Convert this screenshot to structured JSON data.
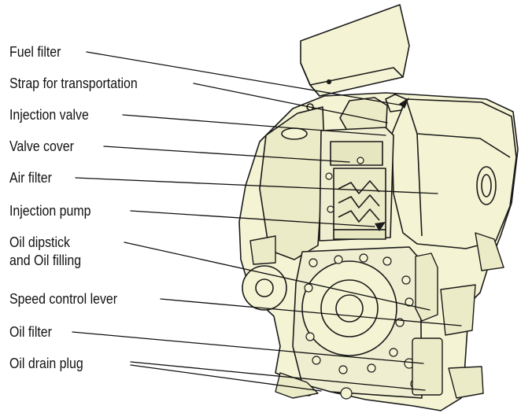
{
  "labels": {
    "fuel_filter": "Fuel filter",
    "strap": "Strap for transportation",
    "injection_valve": "Injection valve",
    "valve_cover": "Valve cover",
    "air_filter": "Air filter",
    "injection_pump": "Injection pump",
    "oil_dipstick_line1": "Oil dipstick",
    "oil_dipstick_line2": "and Oil filling",
    "speed_control_lever": "Speed control lever",
    "oil_filter": "Oil filter",
    "oil_drain_plug": "Oil drain plug"
  },
  "colors": {
    "engine_fill": "#f4f4d4",
    "engine_shade": "#e6e6c0",
    "outline": "#1a1a1a",
    "leader": "#111111"
  }
}
